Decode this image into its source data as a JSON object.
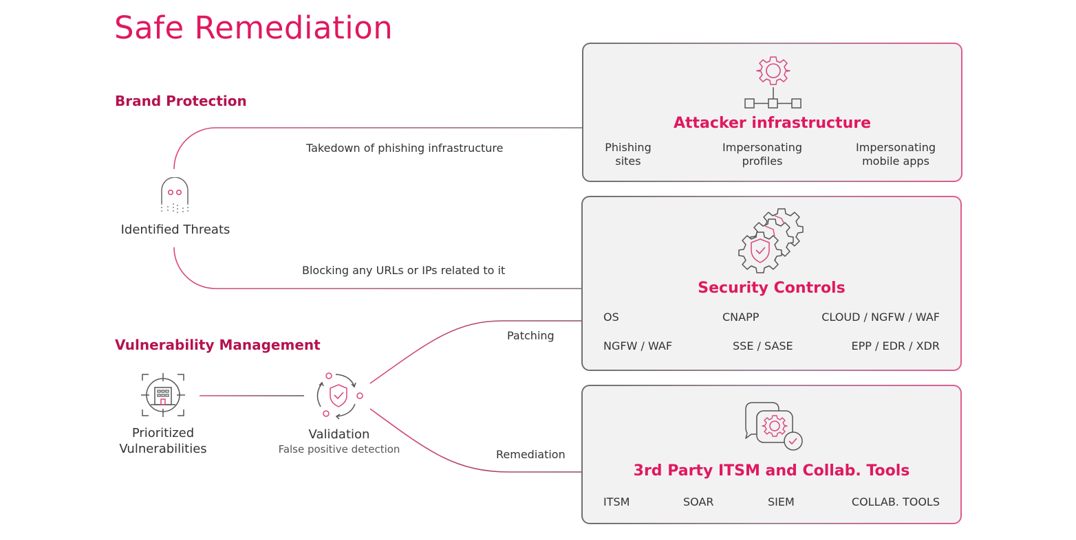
{
  "title": "Safe Remediation",
  "colors": {
    "accent": "#e0185f",
    "section_heading": "#b5124f",
    "text": "#333333",
    "box_background": "#f2f2f2",
    "line_gray": "#6f6f6f"
  },
  "brand_protection": {
    "heading": "Brand Protection",
    "source_node": {
      "label": "Identified Threats",
      "icon": "ghost-icon"
    },
    "paths": [
      {
        "label": "Takedown of phishing infrastructure",
        "target": "attacker_infrastructure"
      },
      {
        "label": "Blocking any URLs or IPs related to it",
        "target": "security_controls"
      }
    ]
  },
  "vulnerability_management": {
    "heading": "Vulnerability Management",
    "source_node": {
      "label_line1": "Prioritized",
      "label_line2": "Vulnerabilities",
      "icon": "target-building-icon"
    },
    "validation_node": {
      "label": "Validation",
      "sublabel": "False positive detection",
      "icon": "shield-cycle-icon"
    },
    "paths": [
      {
        "label": "Patching",
        "target": "security_controls"
      },
      {
        "label": "Remediation",
        "target": "third_party_tools"
      }
    ]
  },
  "targets": {
    "attacker_infrastructure": {
      "title": "Attacker infrastructure",
      "icon": "gear-network-icon",
      "items": [
        {
          "line1": "Phishing",
          "line2": "sites"
        },
        {
          "line1": "Impersonating",
          "line2": "profiles"
        },
        {
          "line1": "Impersonating",
          "line2": "mobile apps"
        }
      ]
    },
    "security_controls": {
      "title": "Security Controls",
      "icon": "gears-shield-icon",
      "items": [
        "OS",
        "CNAPP",
        "CLOUD / NGFW / WAF",
        "NGFW / WAF",
        "SSE / SASE",
        "EPP / EDR / XDR"
      ]
    },
    "third_party_tools": {
      "title": "3rd Party ITSM and Collab. Tools",
      "icon": "chat-gear-icon",
      "items": [
        "ITSM",
        "SOAR",
        "SIEM",
        "COLLAB. TOOLS"
      ]
    }
  }
}
